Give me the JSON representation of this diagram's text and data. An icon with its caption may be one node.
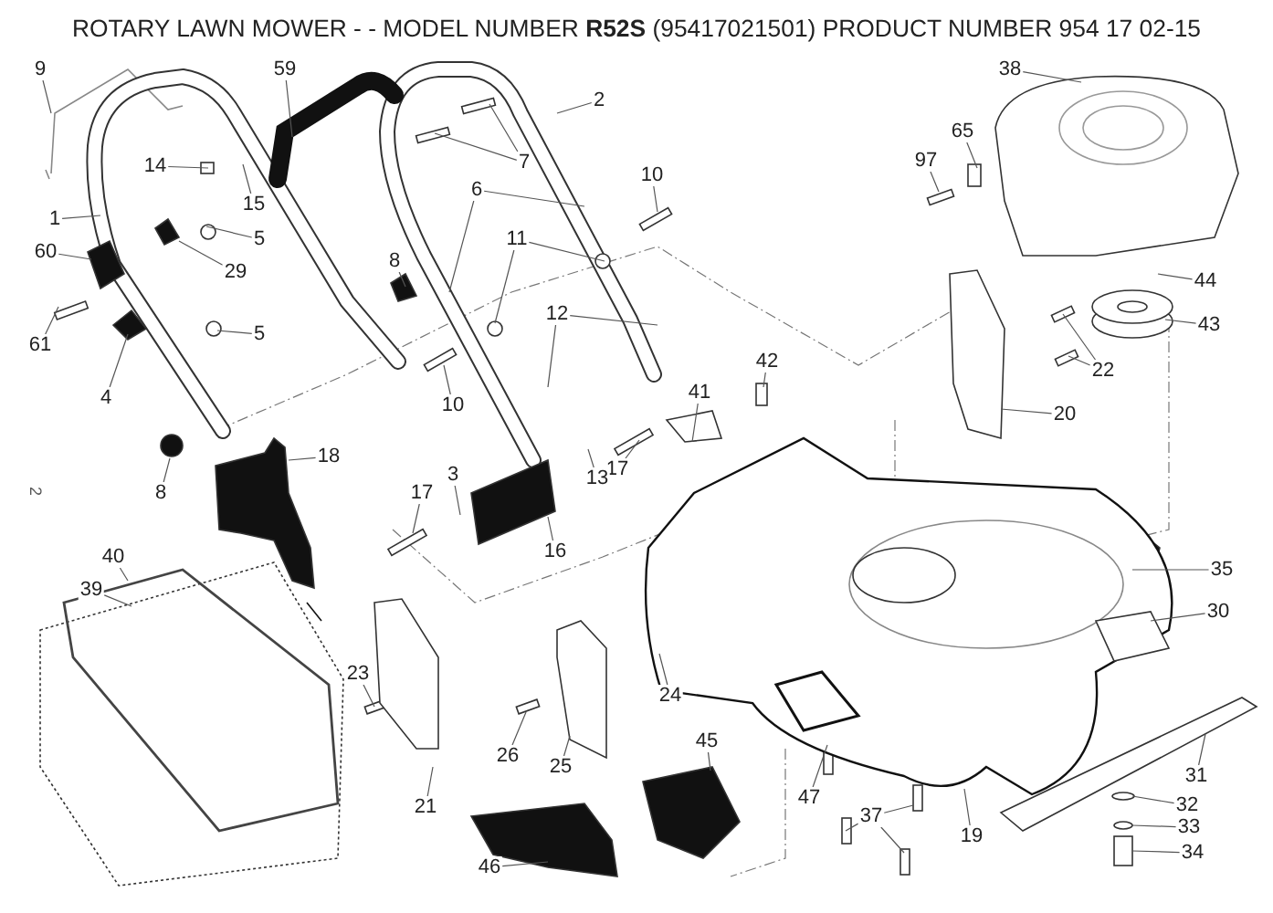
{
  "diagram": {
    "title": "ROTARY LAWN MOWER - - MODEL NUMBER **R52S** (95417021501) PRODUCT NUMBER 954 17 02-15",
    "nodes": [
      {
        "text": [
          "9"
        ]
      },
      {
        "text": [
          "59"
        ]
      },
      {
        "text": [
          "38"
        ]
      },
      {
        "text": [
          "2"
        ]
      },
      {
        "text": [
          "65"
        ]
      },
      {
        "text": [
          "7"
        ]
      },
      {
        "text": [
          "97"
        ]
      },
      {
        "text": [
          "14"
        ]
      },
      {
        "text": [
          "10"
        ]
      },
      {
        "text": [
          "6"
        ]
      },
      {
        "text": [
          "15"
        ]
      },
      {
        "text": [
          "1"
        ]
      },
      {
        "text": [
          "5"
        ]
      },
      {
        "text": [
          "11"
        ]
      },
      {
        "text": [
          "60"
        ]
      },
      {
        "text": [
          "8"
        ]
      },
      {
        "text": [
          "29"
        ]
      },
      {
        "text": [
          "44"
        ]
      },
      {
        "text": [
          "12"
        ]
      },
      {
        "text": [
          "43"
        ]
      },
      {
        "text": [
          "5"
        ]
      },
      {
        "text": [
          "61"
        ]
      },
      {
        "text": [
          "42"
        ]
      },
      {
        "text": [
          "22"
        ]
      },
      {
        "text": [
          "41"
        ]
      },
      {
        "text": [
          "4"
        ]
      },
      {
        "text": [
          "10"
        ]
      },
      {
        "text": [
          "20"
        ]
      },
      {
        "text": [
          "17"
        ]
      },
      {
        "text": [
          "18"
        ]
      },
      {
        "text": [
          "3"
        ]
      },
      {
        "text": [
          "13"
        ]
      },
      {
        "text": [
          "8"
        ]
      },
      {
        "text": [
          "17"
        ]
      },
      {
        "text": [
          "16"
        ]
      },
      {
        "text": [
          "40"
        ]
      },
      {
        "text": [
          "35"
        ]
      },
      {
        "text": [
          "39"
        ]
      },
      {
        "text": [
          "30"
        ]
      },
      {
        "text": [
          "23"
        ]
      },
      {
        "text": [
          "24"
        ]
      },
      {
        "text": [
          "45"
        ]
      },
      {
        "text": [
          "26"
        ]
      },
      {
        "text": [
          "25"
        ]
      },
      {
        "text": [
          "31"
        ]
      },
      {
        "text": [
          "21"
        ]
      },
      {
        "text": [
          "47"
        ]
      },
      {
        "text": [
          "32"
        ]
      },
      {
        "text": [
          "37"
        ]
      },
      {
        "text": [
          "33"
        ]
      },
      {
        "text": [
          "19"
        ]
      },
      {
        "text": [
          "34"
        ]
      },
      {
        "text": [
          "46"
        ]
      }
    ],
    "edges": [
      {
        "from": 0,
        "to": null,
        "arrow": "none"
      },
      {
        "from": 1,
        "to": null,
        "arrow": "none"
      },
      {
        "from": 2,
        "to": null,
        "arrow": "none"
      },
      {
        "from": 3,
        "to": null,
        "arrow": "none"
      },
      {
        "from": 4,
        "to": null,
        "arrow": "none"
      },
      {
        "from": 5,
        "to": null,
        "arrow": "none"
      },
      {
        "from": 5,
        "to": null,
        "arrow": "none"
      },
      {
        "from": 6,
        "to": null,
        "arrow": "none"
      },
      {
        "from": 7,
        "to": null,
        "arrow": "none"
      },
      {
        "from": 8,
        "to": null,
        "arrow": "none"
      },
      {
        "from": 9,
        "to": null,
        "arrow": "none"
      },
      {
        "from": 9,
        "to": null,
        "arrow": "none"
      },
      {
        "from": 10,
        "to": null,
        "arrow": "none"
      },
      {
        "from": 11,
        "to": null,
        "arrow": "none"
      },
      {
        "from": 12,
        "to": null,
        "arrow": "none"
      },
      {
        "from": 13,
        "to": null,
        "arrow": "none"
      },
      {
        "from": 13,
        "to": null,
        "arrow": "none"
      },
      {
        "from": 14,
        "to": null,
        "arrow": "none"
      },
      {
        "from": 15,
        "to": null,
        "arrow": "none"
      },
      {
        "from": 16,
        "to": null,
        "arrow": "none"
      },
      {
        "from": 17,
        "to": null,
        "arrow": "none"
      },
      {
        "from": 18,
        "to": null,
        "arrow": "none"
      },
      {
        "from": 18,
        "to": null,
        "arrow": "none"
      },
      {
        "from": 19,
        "to": null,
        "arrow": "none"
      },
      {
        "from": 20,
        "to": null,
        "arrow": "none"
      },
      {
        "from": 21,
        "to": null,
        "arrow": "none"
      },
      {
        "from": 22,
        "to": null,
        "arrow": "none"
      },
      {
        "from": 23,
        "to": null,
        "arrow": "none"
      },
      {
        "from": 23,
        "to": null,
        "arrow": "none"
      },
      {
        "from": 24,
        "to": null,
        "arrow": "none"
      },
      {
        "from": 25,
        "to": null,
        "arrow": "none"
      },
      {
        "from": 26,
        "to": null,
        "arrow": "none"
      },
      {
        "from": 27,
        "to": null,
        "arrow": "none"
      },
      {
        "from": 28,
        "to": null,
        "arrow": "none"
      },
      {
        "from": 29,
        "to": null,
        "arrow": "none"
      },
      {
        "from": 30,
        "to": null,
        "arrow": "none"
      },
      {
        "from": 31,
        "to": null,
        "arrow": "none"
      },
      {
        "from": 32,
        "to": null,
        "arrow": "none"
      },
      {
        "from": 33,
        "to": null,
        "arrow": "none"
      },
      {
        "from": 34,
        "to": null,
        "arrow": "none"
      },
      {
        "from": 35,
        "to": null,
        "arrow": "none"
      },
      {
        "from": 36,
        "to": null,
        "arrow": "none"
      },
      {
        "from": 37,
        "to": null,
        "arrow": "none"
      },
      {
        "from": 38,
        "to": null,
        "arrow": "none"
      },
      {
        "from": 39,
        "to": null,
        "arrow": "none"
      },
      {
        "from": 40,
        "to": null,
        "arrow": "none"
      },
      {
        "from": 41,
        "to": null,
        "arrow": "none"
      },
      {
        "from": 42,
        "to": null,
        "arrow": "none"
      },
      {
        "from": 43,
        "to": null,
        "arrow": "none"
      },
      {
        "from": 44,
        "to": null,
        "arrow": "none"
      },
      {
        "from": 45,
        "to": null,
        "arrow": "none"
      },
      {
        "from": 46,
        "to": null,
        "arrow": "none"
      },
      {
        "from": 47,
        "to": null,
        "arrow": "none"
      },
      {
        "from": 48,
        "to": null,
        "arrow": "none"
      },
      {
        "from": 48,
        "to": null,
        "arrow": "none"
      },
      {
        "from": 48,
        "to": null,
        "arrow": "none"
      },
      {
        "from": 49,
        "to": null,
        "arrow": "none"
      },
      {
        "from": 50,
        "to": null,
        "arrow": "none"
      },
      {
        "from": 51,
        "to": null,
        "arrow": "none"
      },
      {
        "from": 52,
        "to": null,
        "arrow": "none"
      }
    ],
    "labels": [
      "2"
    ]
  }
}
